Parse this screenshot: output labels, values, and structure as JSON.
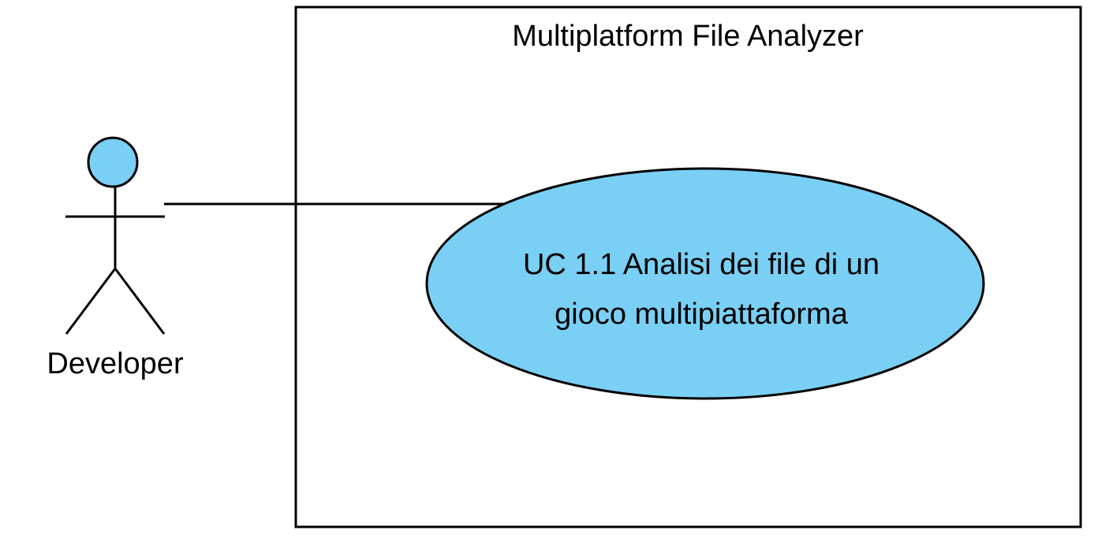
{
  "diagram": {
    "type": "use-case",
    "system": {
      "title": "Multiplatform File Analyzer"
    },
    "actor": {
      "name": "Developer"
    },
    "use_case": {
      "line1": "UC 1.1 Analisi dei file di un",
      "line2": "gioco multipiattaforma"
    },
    "colors": {
      "actor_head": "#7ACFF4",
      "use_case_fill": "#7ACFF4",
      "stroke": "#000000",
      "background": "#FFFFFF"
    }
  }
}
